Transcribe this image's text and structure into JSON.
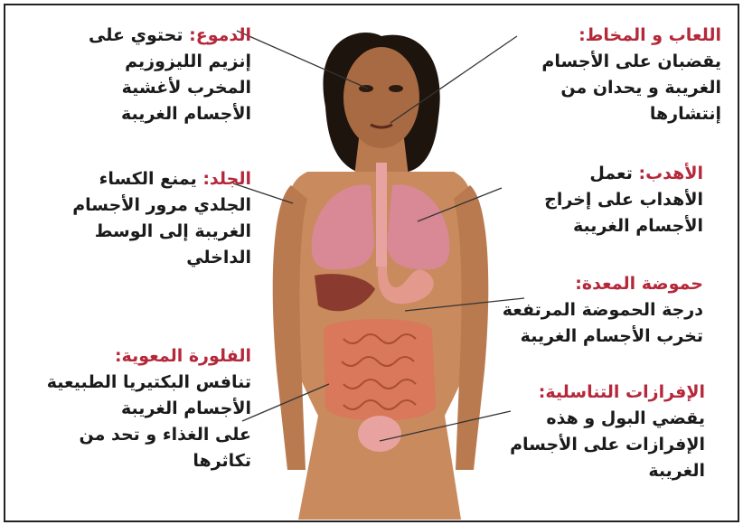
{
  "annotations": {
    "tears": {
      "title": "الدموع:",
      "first": " تحتوي على",
      "body": "إنزيم الليزوزيم\nالمخرب لأغشية\nالأجسام الغريبة"
    },
    "saliva": {
      "title": "اللعاب و المخاط:",
      "first": "",
      "body": "يقضبان على الأجسام\nالغريبة و يحدان من\nإنتشارها"
    },
    "skin": {
      "title": "الجلد:",
      "first": " يمنع الكساء",
      "body": "الجلدي مرور الأجسام\nالغريبة إلى الوسط\nالداخلي"
    },
    "lashes": {
      "title": "الأهدب:",
      "first": " تعمل",
      "body": "الأهداب على إخراج\nالأجسام الغريبة"
    },
    "stomach": {
      "title": "حموضة المعدة:",
      "first": "",
      "body": "درجة الحموضة المرتفعة\nتخرب الأجسام الغريبة"
    },
    "flora": {
      "title": "الفلورة المعوية:",
      "first": "",
      "body": "تنافس البكتيريا الطبيعية\nالأجسام الغريبة\nعلى الغذاء و تحد من\nتكاثرها"
    },
    "genital": {
      "title": "الإفرازات التناسلية:",
      "first": "",
      "body": "يقضي البول و هذه\nالإفرازات على الأجسام\nالغريبة"
    }
  },
  "colors": {
    "title": "#b5283a",
    "text": "#1a1a1a",
    "skin": "#c98a5e",
    "lung": "#d98996",
    "intestine": "#d9785a",
    "stomach": "#e39a8d",
    "hair": "#1e140e"
  }
}
